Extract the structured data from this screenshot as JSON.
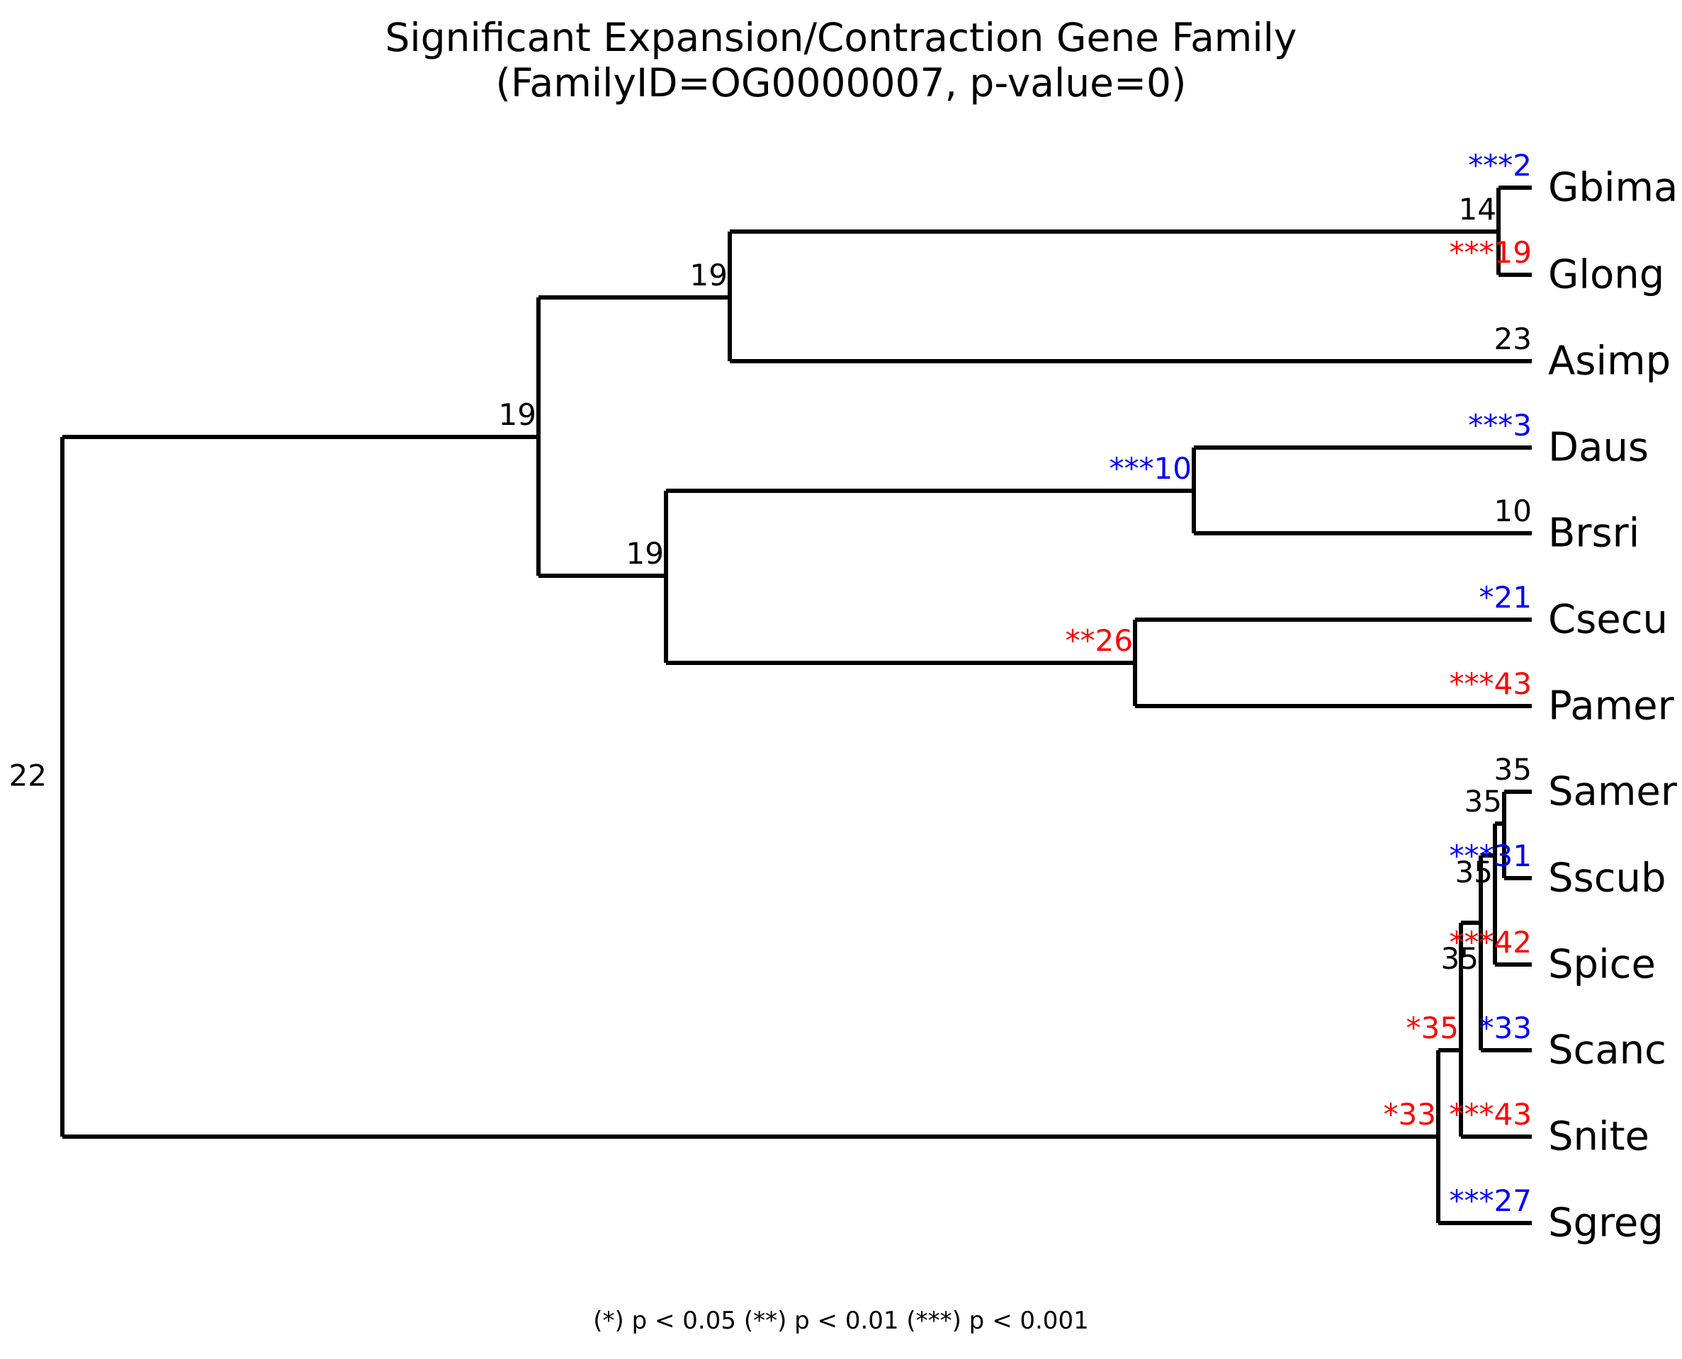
{
  "title": "Significant Expansion/Contraction Gene Family\n(FamilyID=OG0000007, p-value=0)",
  "footer_legend": "(*) p < 0.05  (**) p < 0.01  (***) p < 0.001",
  "colors": {
    "expansion": "#0000ff",
    "contraction": "#ff0000",
    "neutral": "#000000",
    "branch": "#000000",
    "background": "#ffffff"
  },
  "chart_data": {
    "type": "tree",
    "title": "Significant Expansion/Contraction Gene Family",
    "subtitle": "(FamilyID=OG0000007, p-value=0)",
    "family_id": "OG0000007",
    "p_value": "0",
    "legend": "(*) p < 0.05  (**) p < 0.01  (***) p < 0.001",
    "significance_encoding": {
      "blue": "expansion",
      "red": "contraction",
      "black": "not significant"
    },
    "tips": [
      {
        "name": "Gbima",
        "count": 2,
        "stars": "***",
        "sig": "expansion"
      },
      {
        "name": "Glong",
        "count": 19,
        "stars": "***",
        "sig": "contraction"
      },
      {
        "name": "Asimp",
        "count": 23,
        "stars": "",
        "sig": "none"
      },
      {
        "name": "Daus",
        "count": 3,
        "stars": "***",
        "sig": "expansion"
      },
      {
        "name": "Brsri",
        "count": 10,
        "stars": "",
        "sig": "none"
      },
      {
        "name": "Csecu",
        "count": 21,
        "stars": "*",
        "sig": "expansion"
      },
      {
        "name": "Pamer",
        "count": 43,
        "stars": "***",
        "sig": "contraction"
      },
      {
        "name": "Samer",
        "count": 35,
        "stars": "",
        "sig": "none"
      },
      {
        "name": "Sscub",
        "count": 31,
        "stars": "***",
        "sig": "expansion"
      },
      {
        "name": "Spice",
        "count": 42,
        "stars": "***",
        "sig": "contraction"
      },
      {
        "name": "Scanc",
        "count": 33,
        "stars": "*",
        "sig": "expansion"
      },
      {
        "name": "Snite",
        "count": 43,
        "stars": "***",
        "sig": "contraction"
      },
      {
        "name": "Sgreg",
        "count": 27,
        "stars": "***",
        "sig": "expansion"
      }
    ],
    "internal_nodes": [
      {
        "id": "root",
        "count": 22,
        "stars": "",
        "sig": "none"
      },
      {
        "id": "n_ABCDG",
        "count": 19,
        "stars": "",
        "sig": "none"
      },
      {
        "id": "n_GGA",
        "count": 19,
        "stars": "",
        "sig": "none"
      },
      {
        "id": "n_GG",
        "count": 14,
        "stars": "",
        "sig": "none"
      },
      {
        "id": "n_DBCP",
        "count": 19,
        "stars": "",
        "sig": "none"
      },
      {
        "id": "n_DB",
        "count": 10,
        "stars": "***",
        "sig": "expansion"
      },
      {
        "id": "n_CP",
        "count": 26,
        "stars": "**",
        "sig": "contraction"
      },
      {
        "id": "n_SamerSscub",
        "count": 35,
        "stars": "",
        "sig": "none"
      },
      {
        "id": "n_SSS",
        "count": 35,
        "stars": "",
        "sig": "none"
      },
      {
        "id": "n_SSSS",
        "count": 35,
        "stars": "",
        "sig": "none"
      },
      {
        "id": "n_Sclade5",
        "count": 35,
        "stars": "*",
        "sig": "contraction"
      },
      {
        "id": "n_Sclade6",
        "count": 33,
        "stars": "*",
        "sig": "contraction"
      }
    ]
  },
  "labels": {
    "tips": {
      "gbima": "Gbima",
      "glong": "Glong",
      "asimp": "Asimp",
      "daus": "Daus",
      "brsri": "Brsri",
      "csecu": "Csecu",
      "pamer": "Pamer",
      "samer": "Samer",
      "sscub": "Sscub",
      "spice": "Spice",
      "scanc": "Scanc",
      "snite": "Snite",
      "sgreg": "Sgreg"
    },
    "tip_values": {
      "gbima": "***2",
      "glong": "***19",
      "asimp": "23",
      "daus": "***3",
      "brsri": "10",
      "csecu": "*21",
      "pamer": "***43",
      "samer": "35",
      "sscub": "***31",
      "spice": "***42",
      "scanc": "*33",
      "snite": "***43",
      "sgreg": "***27"
    },
    "internal_values": {
      "root": "22",
      "n_ABCDG": "19",
      "n_GGA": "19",
      "n_GG": "14",
      "n_DBCP": "19",
      "n_DB": "***10",
      "n_CP": "**26",
      "n_SamerSscub": "35",
      "n_SSS": "35",
      "n_SSSS": "35",
      "n_Sclade5": "*35",
      "n_Sclade6": "*33"
    }
  }
}
